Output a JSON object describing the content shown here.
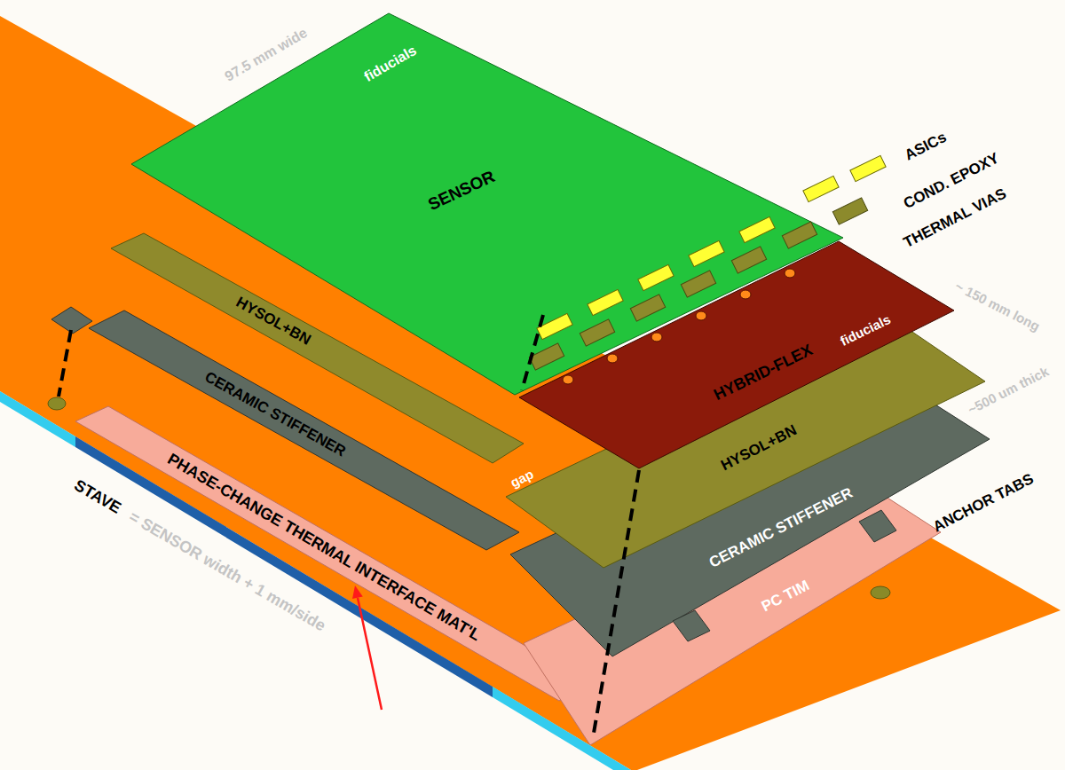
{
  "diagram": {
    "nodes": [
      {
        "text": [
          "SENSOR",
          "fiducials"
        ]
      },
      {
        "text": [
          "HYSOL+BN"
        ]
      },
      {
        "text": [
          "CERAMIC STIFFENER"
        ]
      },
      {
        "text": [
          "PHASE-CHANGE THERMAL INTERFACE MAT'L"
        ]
      },
      {
        "text": [
          "HYBRID-FLEX",
          "fiducials"
        ]
      },
      {
        "text": [
          "HYSOL+BN"
        ]
      },
      {
        "text": [
          "CERAMIC STIFFENER"
        ]
      },
      {
        "text": [
          "PC TIM"
        ]
      }
    ],
    "labels": [
      "97.5 mm wide",
      "ASICs",
      "COND. EPOXY",
      "THERMAL VIAS",
      "~ 150 mm long",
      "~500 um thick",
      "ANCHOR TABS",
      "gap",
      "STAVE",
      "= SENSOR width + 1 mm/side"
    ]
  }
}
